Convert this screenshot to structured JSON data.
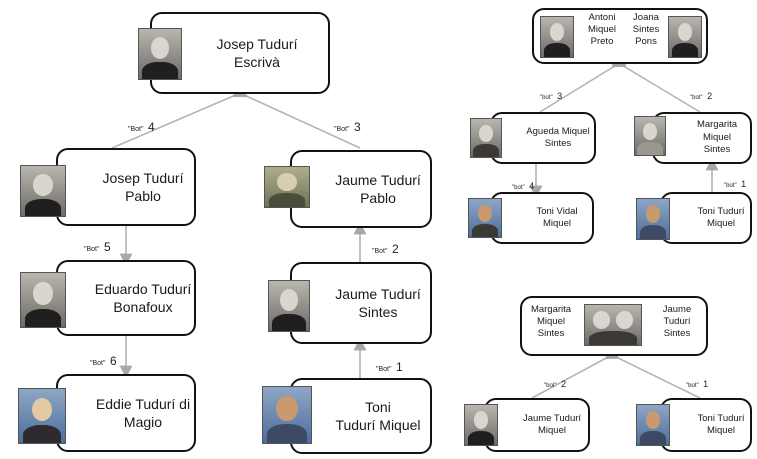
{
  "tree_main": {
    "josep_escriva": "Josep Tudurí\nEscrivà",
    "josep_pablo": "Josep Tudurí\nPablo",
    "eduardo": "Eduardo Tudurí\nBonafoux",
    "eddie": "Eddie Tudurí di\nMagio",
    "jaume_pablo": "Jaume Tudurí\nPablo",
    "jaume_sintes": "Jaume Tudurí\nSintes",
    "toni": "Toni\nTudurí Miquel"
  },
  "edges_main": {
    "e4": {
      "word": "\"Bot\"",
      "num": "4"
    },
    "e3": {
      "word": "\"Bot\"",
      "num": "3"
    },
    "e5": {
      "word": "\"Bot\"",
      "num": "5"
    },
    "e6": {
      "word": "\"Bot\"",
      "num": "6"
    },
    "e2": {
      "word": "\"Bot\"",
      "num": "2"
    },
    "e1": {
      "word": "\"Bot\"",
      "num": "1"
    }
  },
  "tree_top_right": {
    "antoni": "Antoni\nMiquel\nPreto",
    "joana": "Joana\nSintes\nPons",
    "agueda": "Agueda Miquel\nSintes",
    "margarita": "Margarita Miquel\nSintes",
    "toni_vidal": "Toni Vidal Miquel",
    "toni_tuduri": "Toni Tudurí\nMiquel"
  },
  "edges_top_right": {
    "e3": {
      "word": "\"bot\"",
      "num": "3"
    },
    "e2": {
      "word": "\"bot\"",
      "num": "2"
    },
    "e4": {
      "word": "\"bot\"",
      "num": "4"
    },
    "e1": {
      "word": "\"bot\"",
      "num": "1"
    }
  },
  "tree_bottom_right": {
    "margarita": "Margarita\nMiquel\nSintes",
    "jaume": "Jaume\nTudurí\nSintes",
    "jaume_miquel": "Jaume Tudurí\nMiquel",
    "toni_miquel": "Toni Tudurí\nMiquel"
  },
  "edges_bottom_right": {
    "e2": {
      "word": "\"bot\"",
      "num": "2"
    },
    "e1": {
      "word": "\"bot\"",
      "num": "1"
    }
  },
  "colors": {
    "line": "#b4b4b4",
    "border": "#111111"
  }
}
